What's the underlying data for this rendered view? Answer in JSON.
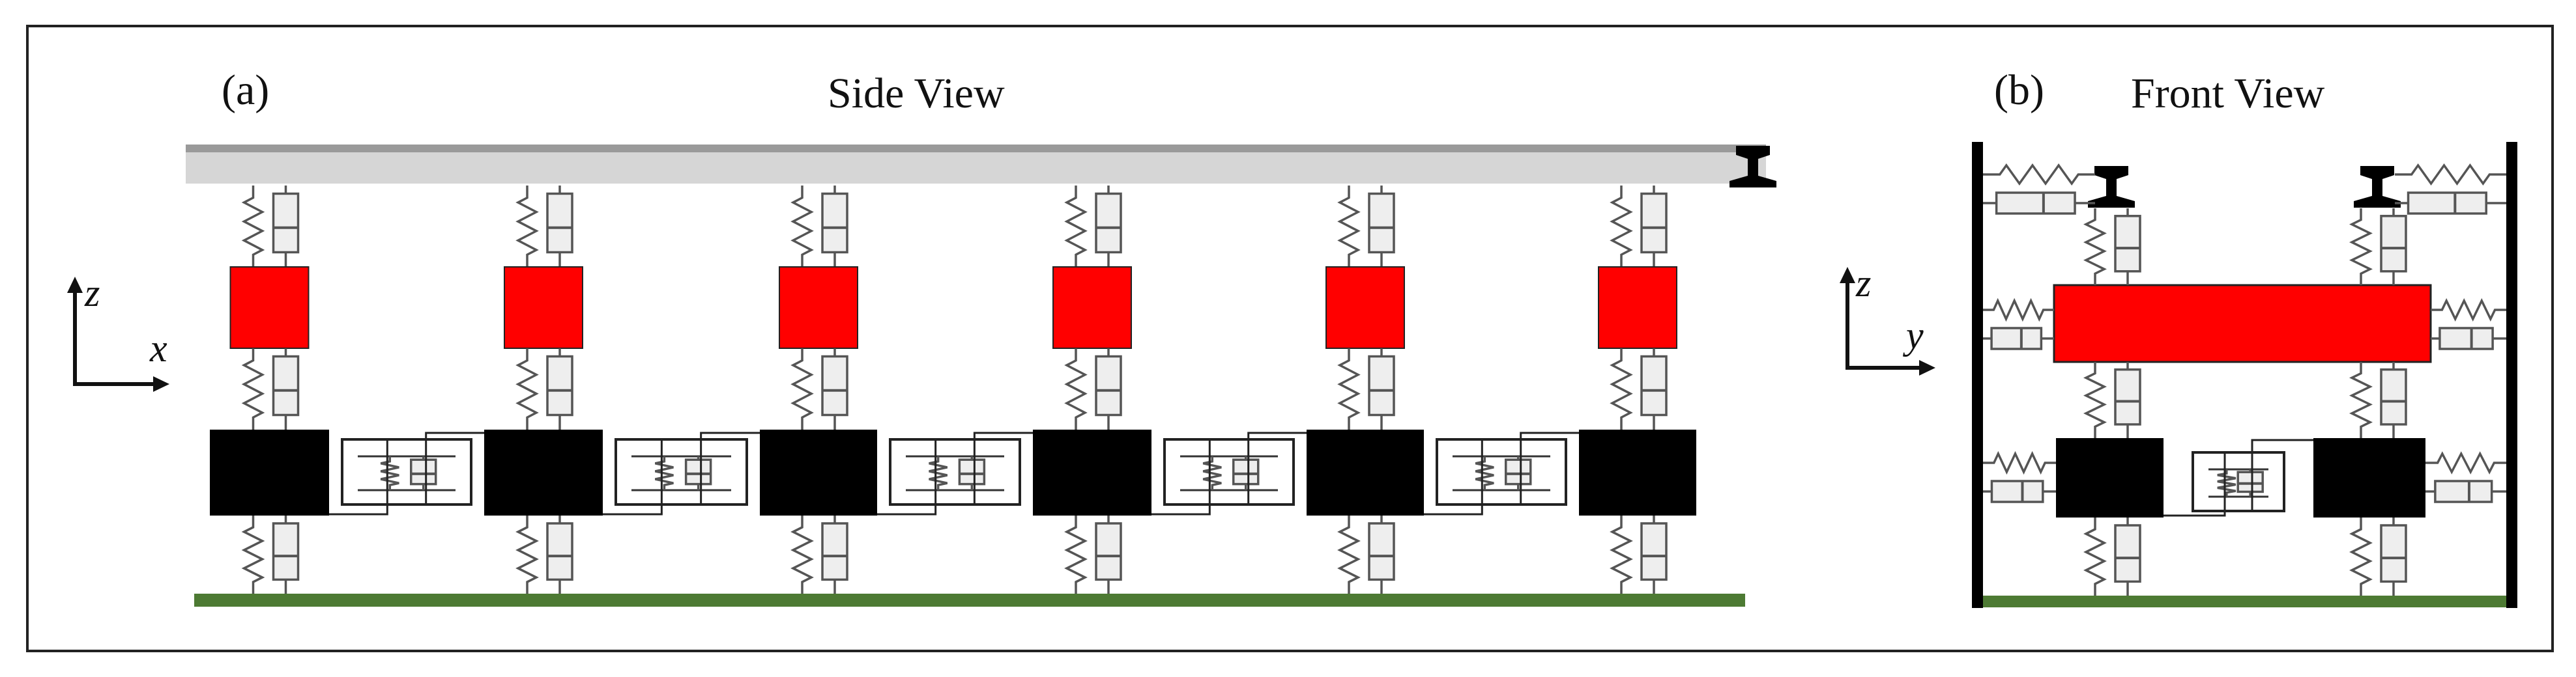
{
  "panels": {
    "a": {
      "label": "(a)",
      "title": "Side View",
      "axis_h": "x",
      "axis_v": "z"
    },
    "b": {
      "label": "(b)",
      "title": "Front View",
      "axis_h": "y",
      "axis_v": "z"
    }
  },
  "colors": {
    "frame": "#222222",
    "rail_fill": "#d6d6d6",
    "rail_edge": "#9a9a9a",
    "sleeper": "#ff0000",
    "slab": "#000000",
    "ground": "#4d7a33",
    "spring": "#555555",
    "damper_fill": "#eeeeee",
    "damper_edge": "#555555"
  },
  "side_view": {
    "support_count": 6,
    "slab_couplings": 5
  },
  "front_view": {
    "supports_per_side": 2,
    "lateral_links": 6,
    "slab_couplings": 1
  }
}
